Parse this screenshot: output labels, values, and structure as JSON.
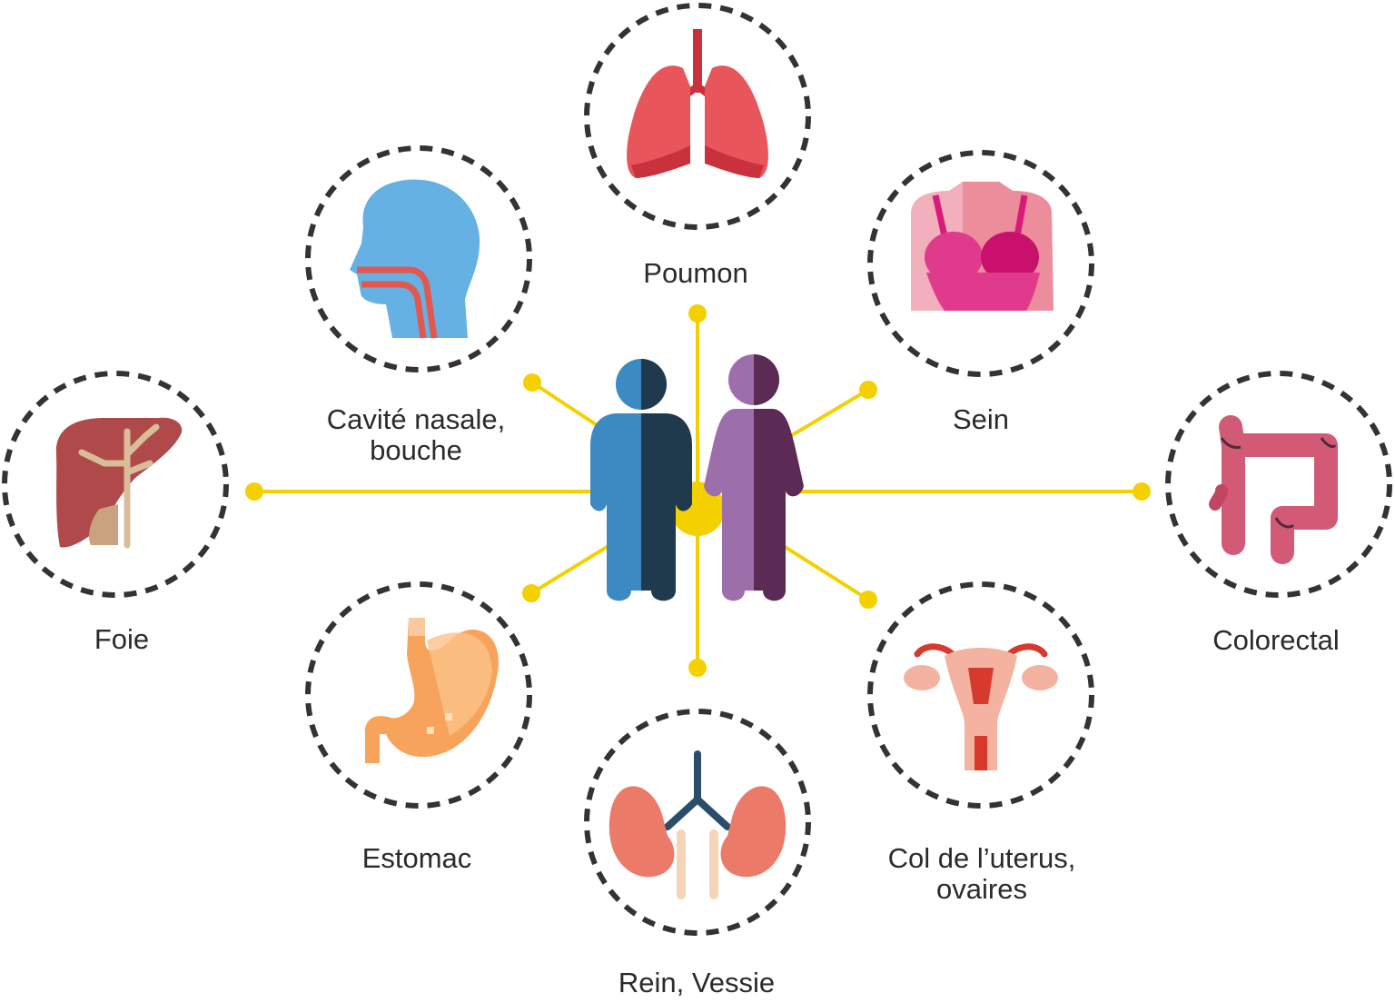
{
  "organs": {
    "lung": {
      "label": "Poumon",
      "icon": "lungs-icon"
    },
    "nasal": {
      "label_line1": "Cavité nasale,",
      "label_line2": "bouche",
      "icon": "head-throat-icon"
    },
    "breast": {
      "label": "Sein",
      "icon": "breast-icon"
    },
    "liver": {
      "label": "Foie",
      "icon": "liver-icon"
    },
    "colorectal": {
      "label": "Colorectal",
      "icon": "colon-icon"
    },
    "stomach": {
      "label": "Estomac",
      "icon": "stomach-icon"
    },
    "kidney": {
      "label": "Rein, Vessie",
      "icon": "kidney-bladder-icon"
    },
    "cervix": {
      "label_line1": "Col de l’uterus,",
      "label_line2": "ovaires",
      "icon": "uterus-ovaries-icon"
    }
  },
  "center": {
    "icon": "man-woman-icon"
  },
  "colors": {
    "connector": "#f5d000",
    "ring": "#333333",
    "man_light": "#3b8bc2",
    "man_dark": "#1f3a4d",
    "woman_light": "#9c6fab",
    "woman_dark": "#5b2b55"
  }
}
